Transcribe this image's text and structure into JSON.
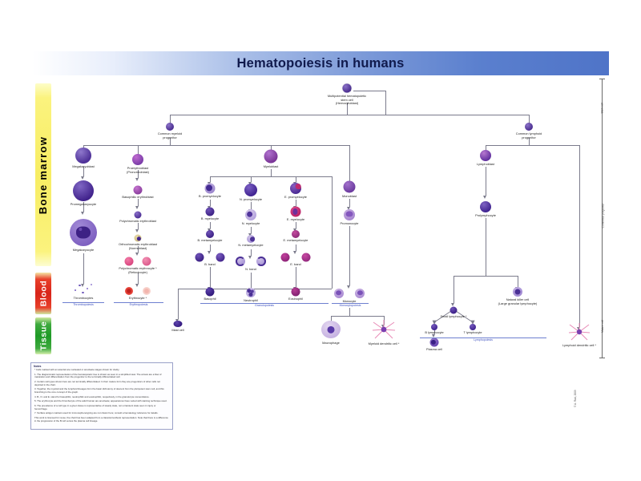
{
  "poster": {
    "title": "Hematopoiesis in humans",
    "copyright": "© A. Rad, 2009"
  },
  "compartments": [
    {
      "name": "bone-marrow",
      "label": "Bone marrow",
      "color": "#f7ed63"
    },
    {
      "name": "blood",
      "label": "Blood",
      "color": "#d8241a"
    },
    {
      "name": "tissue",
      "label": "Tissue",
      "color": "#1e9a26"
    }
  ],
  "scale_rail": [
    {
      "label": "Stem cell"
    },
    {
      "label": "Committed progenitor"
    },
    {
      "label": "Mature cell"
    }
  ],
  "nodes": {
    "hsc": "Multipotential hematopoietic\nstem cell\n(Hemocytoblast)",
    "cmp": "Common myeloid\nprogenitor",
    "clp": "Common lymphoid\nprogenitor",
    "megakaryoblast": "Megakaryoblast",
    "promegakaryocyte": "Promegakaryocyte",
    "megakaryocyte": "Megakaryocyte",
    "thrombocytes": "Thrombocytes",
    "proerythroblast": "Proerythroblast\n(Pronormoblast)",
    "baso_eryth": "Basophilic erythroblast",
    "poly_eryth": "Polychromatic erythroblast",
    "ortho_eryth": "Orthochromatic erythroblast\n(Normoblast)",
    "poly_erythrocyte": "Polychromatic erythrocyte *\n(Reticulocyte)",
    "erythrocyte": "Erythrocyte *",
    "myeloblast": "Myeloblast",
    "b_promyelocyte": "B. promyelocyte",
    "b_myelocyte": "B. myelocyte",
    "b_metamyelocyte": "B. metamyelocyte",
    "b_band": "B. band",
    "basophil": "Basophil",
    "n_promyelocyte": "N. promyelocyte",
    "n_myelocyte": "N. myelocyte",
    "n_metamyelocyte": "N. metamyelocyte",
    "n_band": "N. band",
    "neutrophil": "Neutrophil",
    "e_promyelocyte": "E. promyelocyte",
    "e_myelocyte": "E. myelocyte",
    "e_metamyelocyte": "E. metamyelocyte",
    "e_band": "E. band",
    "eosinophil": "Eosinophil",
    "mast_cell": "Mast cell",
    "monoblast": "Monoblast",
    "promonocyte": "Promonocyte",
    "monocyte": "Monocyte",
    "macrophage": "Macrophage",
    "myeloid_dc": "Myeloid dendritic cell *",
    "lymphoblast": "Lymphoblast",
    "prolymphocyte": "Prolymphocyte",
    "small_lymphocyte": "Small lymphocyte *",
    "b_lymphocyte": "B lymphocyte",
    "t_lymphocyte": "T lymphocyte",
    "plasma_cell": "Plasma cell",
    "nk_cell": "Natural killer cell\n(Large granular lymphocyte)",
    "lymphoid_dc": "Lymphoid dendritic cell *"
  },
  "lineage_bands": [
    {
      "name": "thrombopoiesis",
      "label": "Thrombopoiesis"
    },
    {
      "name": "erythropoiesis",
      "label": "Erythropoiesis"
    },
    {
      "name": "granulopoiesis",
      "label": "Granulopoiesis"
    },
    {
      "name": "monocytopoiesis",
      "label": "Monocytopoiesis"
    },
    {
      "name": "lymphopoiesis",
      "label": "Lymphopoiesis"
    }
  ],
  "notes": {
    "header": "Notes",
    "lines": [
      "* Cells marked with an asterisk are nucleated or anucleate stages shown for clarity.",
      "1. The diagrammatic representation of the hematopoietic tree is shown as seen in a simplified view. The arrows are a flow of maturation and differentiation from the progenitor to the terminally differentiated cell.",
      "2. Certain cell types shown here are not terminally differentiated. In their mature form they are progenitors of other cells not depicted in the chart.",
      "3. Together, the myeloid and the lymphoid lineages form the basic dichotomy of descent from the pluripotent stem cell, and this branching is the core concept of the graph.",
      "4. B., N. and E. stand for basophilic, neutrophilic and eosinophilic, respectively, in the granulocyte nomenclature.",
      "5. The erythrocyte and the thrombocyte of the adult human are anucleate; appearances have varied with staining technique used.",
      "6. The prevalence of a cell type in a given tissue is representative of steady state, not a transient state seen in injury or hemorrhage.",
      "7. Surface antigen markers used for immunophenotyping are not shown here; consult a hematology reference for details.",
      "This work is licensed for reuse; the chart has been adapted from a classical textbook representation. Note that there is a difference in the progression of the B cell versus the plasma cell lineage."
    ]
  }
}
